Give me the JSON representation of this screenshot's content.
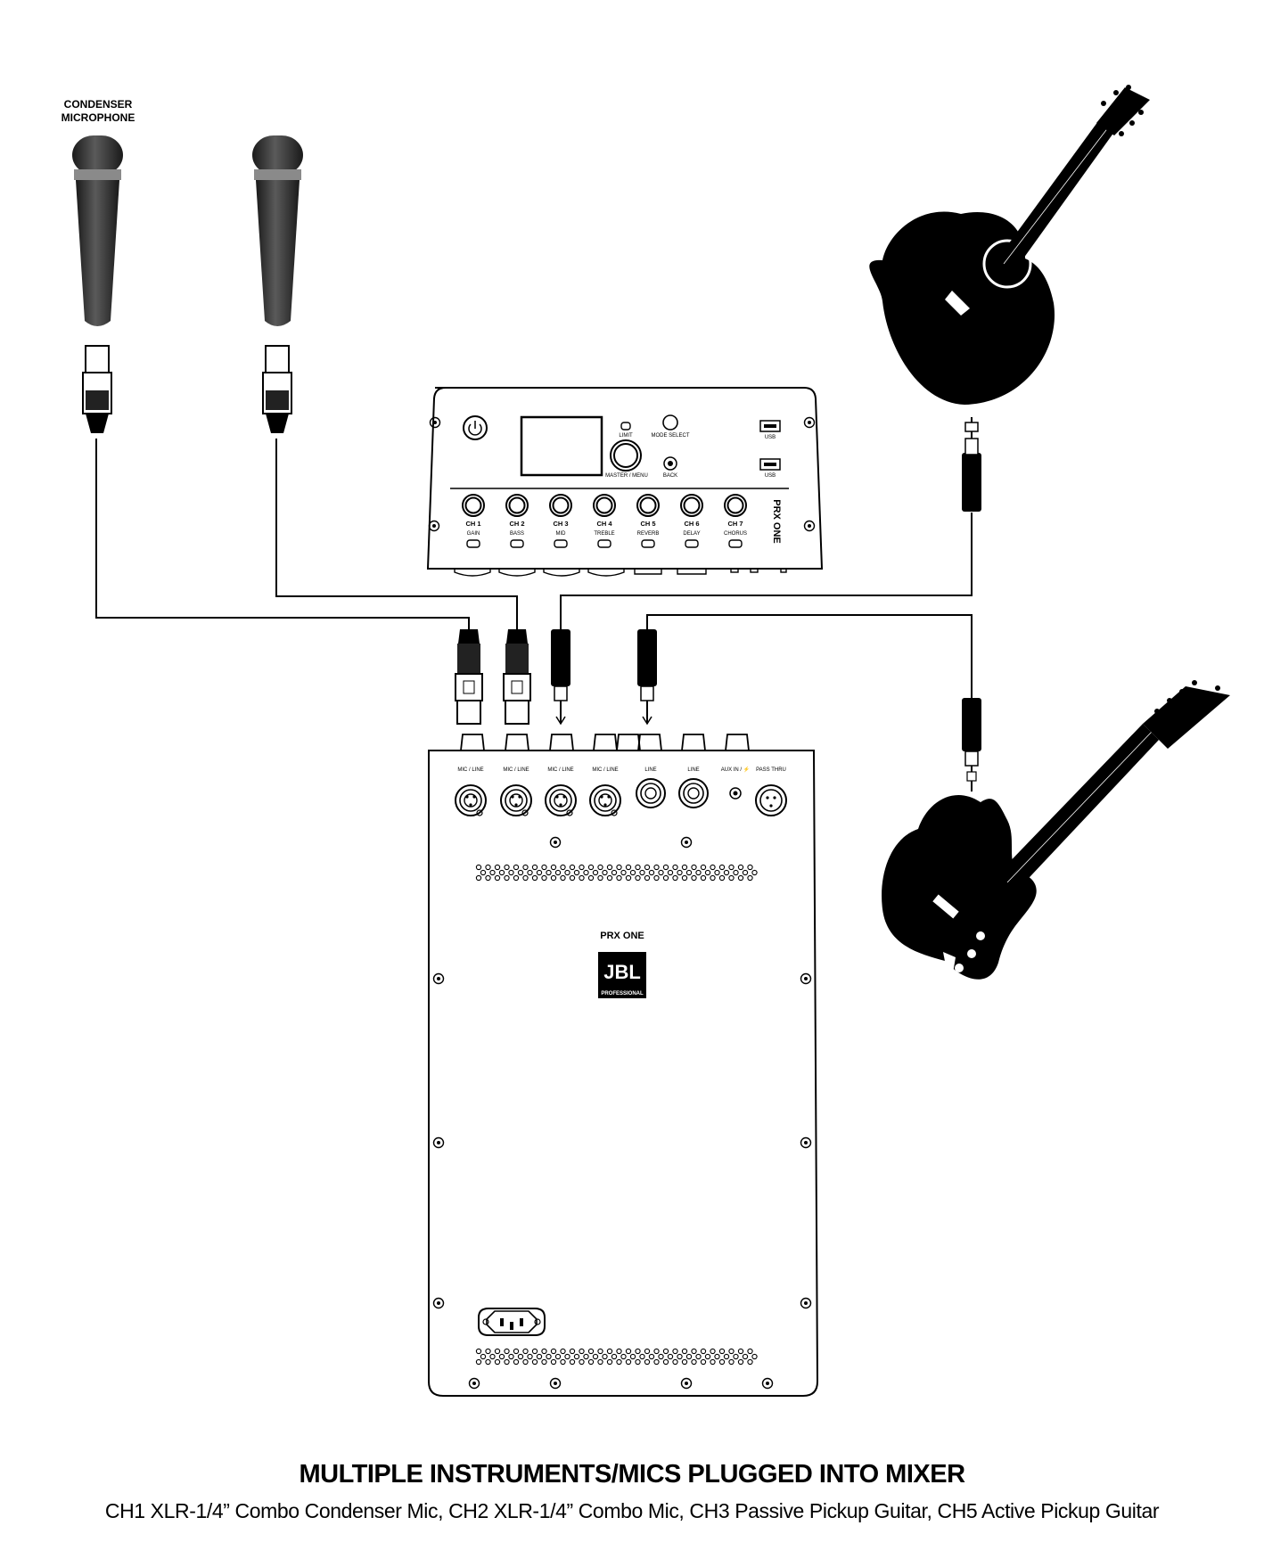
{
  "mic_label_line1": "CONDENSER",
  "mic_label_line2": "MICROPHONE",
  "mixer": {
    "brand": "PRX ONE",
    "limit_label": "LIMIT",
    "mode_select_label": "MODE SELECT",
    "master_label": "MASTER / MENU",
    "back_label": "BACK",
    "usb_label": "USB",
    "usb_label_2": "USB",
    "channels": [
      {
        "name": "CH 1",
        "function": "GAIN"
      },
      {
        "name": "CH 2",
        "function": "BASS"
      },
      {
        "name": "CH 3",
        "function": "MID"
      },
      {
        "name": "CH 4",
        "function": "TREBLE"
      },
      {
        "name": "CH 5",
        "function": "REVERB"
      },
      {
        "name": "CH 6",
        "function": "DELAY"
      },
      {
        "name": "CH 7",
        "function": "CHORUS"
      }
    ]
  },
  "rear_panel": {
    "inputs": [
      "MIC / LINE",
      "MIC / LINE",
      "MIC / LINE",
      "MIC / LINE",
      "LINE",
      "LINE",
      "AUX IN / ⚡",
      "PASS THRU"
    ],
    "brand": "PRX ONE",
    "logo": "JBL",
    "logo_sub": "PROFESSIONAL"
  },
  "caption": {
    "title": "MULTIPLE INSTRUMENTS/MICS PLUGGED INTO MIXER",
    "subtitle": "CH1 XLR-1/4” Combo Condenser Mic, CH2 XLR-1/4” Combo Mic, CH3 Passive Pickup Guitar, CH5 Active Pickup Guitar"
  }
}
